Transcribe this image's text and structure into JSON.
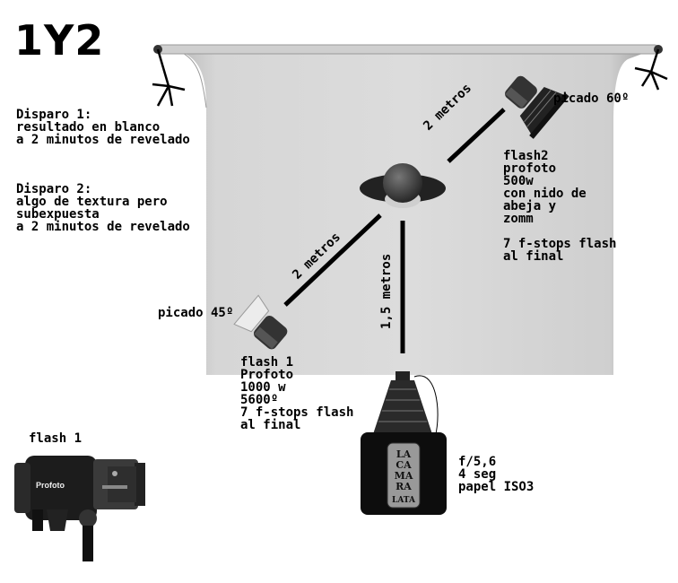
{
  "title": "1Y2",
  "shots": [
    {
      "lines": [
        "Disparo 1:",
        "resultado en blanco",
        "a 2 minutos de revelado"
      ]
    },
    {
      "lines": [
        "Disparo 2:",
        "algo de textura pero",
        "subexpuesta",
        "a 2 minutos de revelado"
      ]
    }
  ],
  "distances": {
    "flash1": "2 metros",
    "flash2": "2 metros",
    "camera": "1,5 metros"
  },
  "flash2": {
    "angle": "picado 60º",
    "lines": [
      "flash2",
      "profoto",
      "500w",
      "con nido de",
      "abeja y",
      "zomm",
      "",
      "7 f-stops flash",
      "al final"
    ]
  },
  "flash1": {
    "angle": "picado 45º",
    "lines": [
      "flash 1",
      "Profoto",
      "1000 w",
      "5600º",
      "7 f-stops flash",
      "al final"
    ]
  },
  "camera": {
    "lines": [
      "f/5,6",
      "4 seg",
      "papel ISO3"
    ],
    "logo_text": [
      "LA",
      "CA",
      "MA",
      "RA",
      "LATA"
    ]
  },
  "product": {
    "label": "flash 1",
    "brand": "Profoto"
  }
}
